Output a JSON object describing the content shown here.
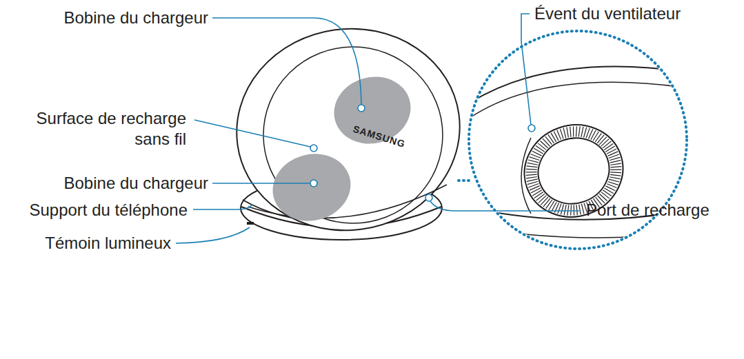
{
  "diagram": {
    "labels": [
      "Bobine du chargeur",
      "Surface de recharge sans fil",
      "Bobine du chargeur",
      "Support du téléphone",
      "Témoin lumineux",
      "SAMSUNG",
      "Évent du ventilateur",
      "Port de recharge"
    ]
  }
}
